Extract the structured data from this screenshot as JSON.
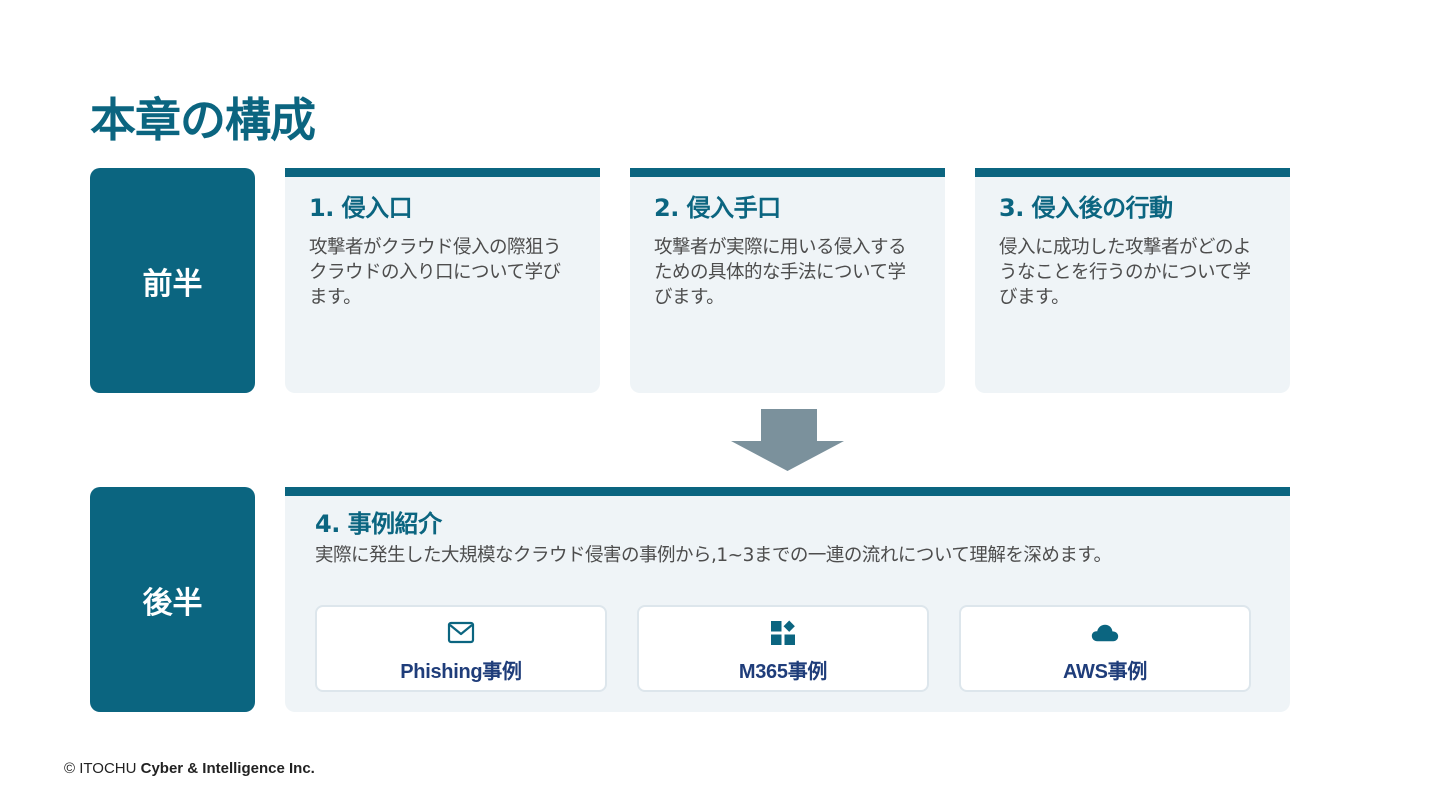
{
  "slide": {
    "title": "本章の構成"
  },
  "first_half": {
    "label": "前半",
    "cards": [
      {
        "title": "1. 侵入口",
        "body": "攻撃者がクラウド侵入の際狙うクラウドの入り口について学びます。"
      },
      {
        "title": "2. 侵入手口",
        "body": "攻撃者が実際に用いる侵入するための具体的な手法について学びます。"
      },
      {
        "title": "3. 侵入後の行動",
        "body": "侵入に成功した攻撃者がどのようなことを行うのかについて学びます。"
      }
    ]
  },
  "second_half": {
    "label": "後半",
    "title": "4. 事例紹介",
    "body": "実際に発生した大規模なクラウド侵害の事例から,1~3までの一連の流れについて理解を深めます。",
    "cases": [
      {
        "label": "Phishing事例",
        "icon": "mail-icon"
      },
      {
        "label": "M365事例",
        "icon": "apps-icon"
      },
      {
        "label": "AWS事例",
        "icon": "cloud-icon"
      }
    ]
  },
  "footer": {
    "copyright": "© ITOCHU",
    "company": "Cyber & Intelligence Inc."
  },
  "colors": {
    "primary": "#0b6580",
    "card_bg": "#eff4f7",
    "arrow": "#7b919c",
    "button_text": "#1f3d7a"
  }
}
